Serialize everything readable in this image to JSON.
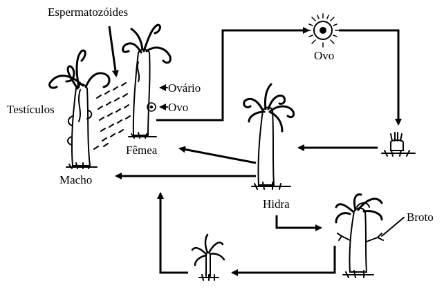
{
  "labels": {
    "espermatozoides": "Espermatozóides",
    "ovario": "Ovário",
    "ovo_female": "Ovo",
    "testiculos": "Testículos",
    "femea": "Fêmea",
    "macho": "Macho",
    "ovo_top": "Ovo",
    "hidra": "Hidra",
    "broto": "Broto"
  }
}
